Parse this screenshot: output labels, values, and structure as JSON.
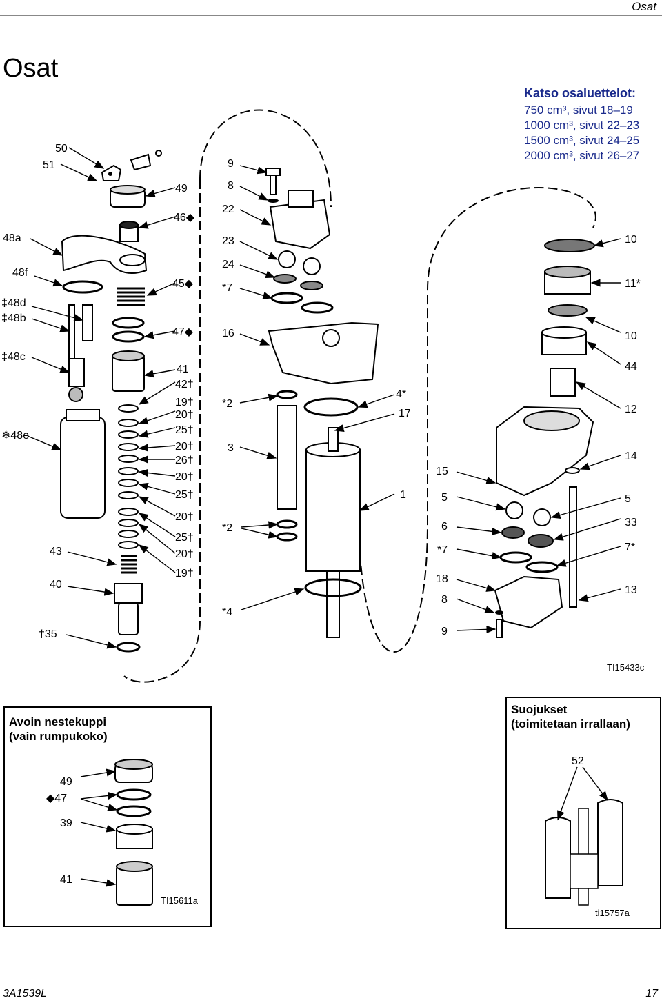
{
  "header": {
    "section": "Osat"
  },
  "page_title": "Osat",
  "reference": {
    "title": "Katso osaluettelot:",
    "lines": [
      "750 cm³, sivut 18–19",
      "1000 cm³, sivut 22–23",
      "1500 cm³, sivut 24–25",
      "2000 cm³, sivut 26–27"
    ]
  },
  "main_figure": {
    "figure_id": "TI15433c",
    "callouts_left": [
      "50",
      "51",
      "49",
      "46◆",
      "48a",
      "48f",
      "45◆",
      "‡48d",
      "‡48b",
      "47◆",
      "‡48c",
      "41",
      "42†",
      "19†",
      "20†",
      "25†",
      "20†",
      "26†",
      "20†",
      "25†",
      "20†",
      "25†",
      "20†",
      "19†",
      "❄48e",
      "43",
      "40",
      "†35"
    ],
    "callouts_mid": [
      "9",
      "8",
      "22",
      "23",
      "24",
      "*7",
      "16",
      "*2",
      "3",
      "*2",
      "*4",
      "4*",
      "17",
      "1"
    ],
    "callouts_right": [
      "10",
      "11*",
      "10",
      "44",
      "12",
      "14",
      "15",
      "5",
      "5",
      "33",
      "6",
      "*7",
      "7*",
      "18",
      "8",
      "13",
      "9"
    ]
  },
  "box_left": {
    "title_line1": "Avoin nestekuppi",
    "title_line2": "(vain rumpukoko)",
    "callouts": [
      "49",
      "◆47",
      "39",
      "41"
    ],
    "figure_id": "TI15611a"
  },
  "box_right": {
    "title_line1": "Suojukset",
    "title_line2": "(toimitetaan irrallaan)",
    "callouts": [
      "52"
    ],
    "figure_id": "ti15757a"
  },
  "footer": {
    "doc_number": "3A1539L",
    "page_number": "17"
  }
}
